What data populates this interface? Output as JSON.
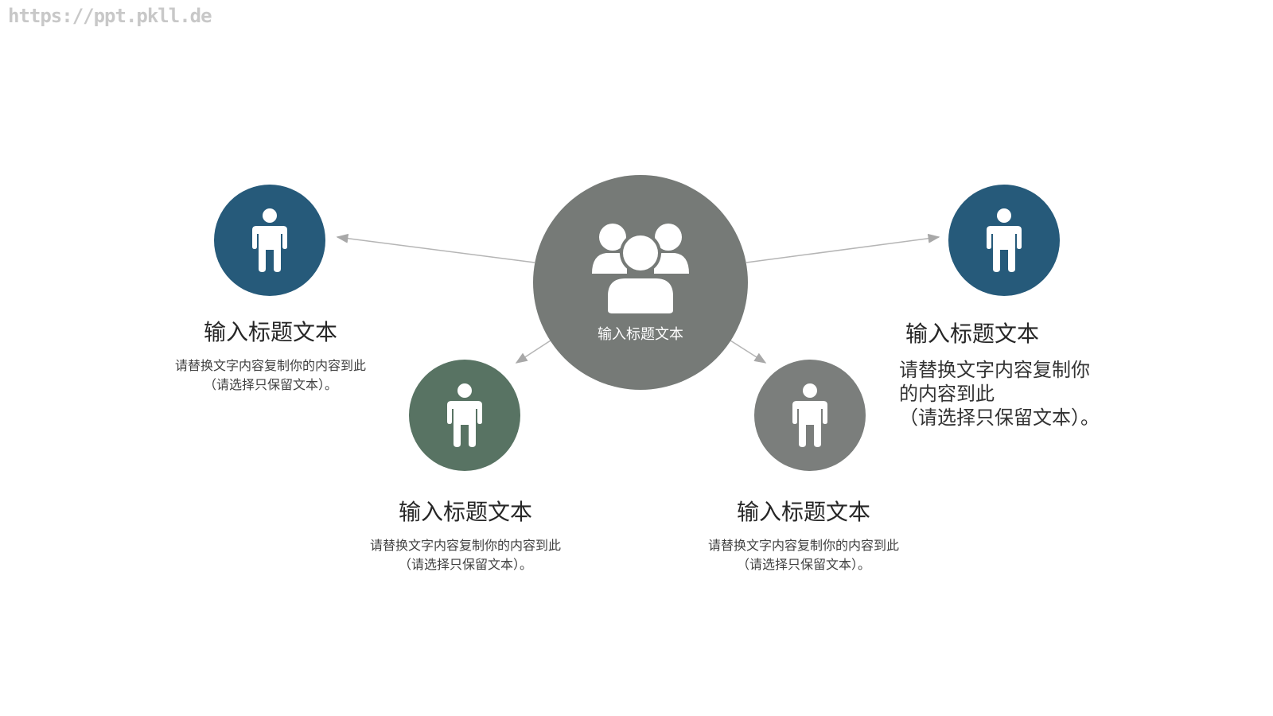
{
  "watermark": "https://ppt.pkll.de",
  "colors": {
    "blue": "#265a7a",
    "green": "#587363",
    "gray": "#7b7e7c",
    "center": "#767a77",
    "arrow": "#b5b5b5"
  },
  "center": {
    "label": "输入标题文本",
    "icon": "group-users-icon"
  },
  "nodes": [
    {
      "icon": "person-icon",
      "color": "#265a7a",
      "title": "输入标题文本",
      "line1": "请替换文字内容复制你的内容到此",
      "line2": "（请选择只保留文本）。"
    },
    {
      "icon": "person-icon",
      "color": "#587363",
      "title": "输入标题文本",
      "line1": "请替换文字内容复制你的内容到此",
      "line2": "（请选择只保留文本）。"
    },
    {
      "icon": "person-icon",
      "color": "#7b7e7c",
      "title": "输入标题文本",
      "line1": "请替换文字内容复制你的内容到此",
      "line2": "（请选择只保留文本）。"
    },
    {
      "icon": "person-icon",
      "color": "#265a7a",
      "title": "输入标题文本",
      "line1": "请替换文字内容复制你",
      "line2": "的内容到此",
      "line3": "（请选择只保留文本）。"
    }
  ]
}
